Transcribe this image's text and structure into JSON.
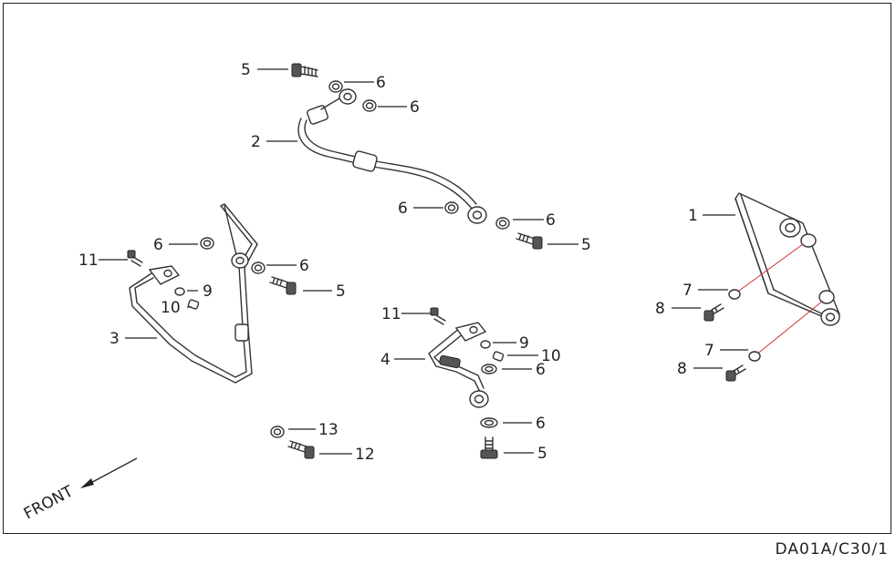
{
  "diagram": {
    "code": "DA01A/C30/1",
    "front_label": "FRONT",
    "callouts": [
      {
        "id": "c5a",
        "label": "5"
      },
      {
        "id": "c6a",
        "label": "6"
      },
      {
        "id": "c6b",
        "label": "6"
      },
      {
        "id": "c2",
        "label": "2"
      },
      {
        "id": "c6c",
        "label": "6"
      },
      {
        "id": "c6d",
        "label": "6"
      },
      {
        "id": "c5b",
        "label": "5"
      },
      {
        "id": "c1",
        "label": "1"
      },
      {
        "id": "c11a",
        "label": "11"
      },
      {
        "id": "c6e",
        "label": "6"
      },
      {
        "id": "c6f",
        "label": "6"
      },
      {
        "id": "c5c",
        "label": "5"
      },
      {
        "id": "c9a",
        "label": "9"
      },
      {
        "id": "c10a",
        "label": "10"
      },
      {
        "id": "c3",
        "label": "3"
      },
      {
        "id": "c11b",
        "label": "11"
      },
      {
        "id": "c9b",
        "label": "9"
      },
      {
        "id": "c10b",
        "label": "10"
      },
      {
        "id": "c4",
        "label": "4"
      },
      {
        "id": "c6g",
        "label": "6"
      },
      {
        "id": "c6h",
        "label": "6"
      },
      {
        "id": "c5d",
        "label": "5"
      },
      {
        "id": "c7a",
        "label": "7"
      },
      {
        "id": "c8a",
        "label": "8"
      },
      {
        "id": "c7b",
        "label": "7"
      },
      {
        "id": "c8b",
        "label": "8"
      },
      {
        "id": "c13",
        "label": "13"
      },
      {
        "id": "c12",
        "label": "12"
      }
    ]
  }
}
